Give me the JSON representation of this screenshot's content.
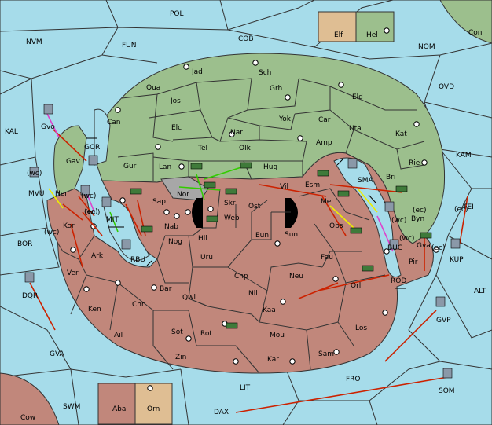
{
  "colors": {
    "sea": "#a6dcea",
    "green_land": "#9cbf8d",
    "red_land": "#c1877b",
    "tan_land": "#dfbe93",
    "grey_land": "#a7a7a7",
    "order_red": "#cc2200",
    "order_green": "#33cc00",
    "order_yellow": "#eeee00",
    "order_magenta": "#dd44cc"
  },
  "labels": [
    {
      "id": "POL",
      "text": "POL"
    },
    {
      "id": "COB",
      "text": "COB"
    },
    {
      "id": "NVM",
      "text": "NVM"
    },
    {
      "id": "FUN",
      "text": "FUN"
    },
    {
      "id": "NOM",
      "text": "NOM"
    },
    {
      "id": "Con",
      "text": "Con"
    },
    {
      "id": "Elf",
      "text": "Elf"
    },
    {
      "id": "Hel",
      "text": "Hel"
    },
    {
      "id": "OVD",
      "text": "OVD"
    },
    {
      "id": "KAL",
      "text": "KAL"
    },
    {
      "id": "KAM",
      "text": "KAM"
    },
    {
      "id": "BOR",
      "text": "BOR"
    },
    {
      "id": "ALT",
      "text": "ALT"
    },
    {
      "id": "TEI",
      "text": "TEI"
    },
    {
      "id": "KUP",
      "text": "KUP"
    },
    {
      "id": "GVA",
      "text": "GVA"
    },
    {
      "id": "GVP",
      "text": "GVP"
    },
    {
      "id": "SWM",
      "text": "SWM"
    },
    {
      "id": "LIT",
      "text": "LIT"
    },
    {
      "id": "FRO",
      "text": "FRO"
    },
    {
      "id": "SOM",
      "text": "SOM"
    },
    {
      "id": "DAX",
      "text": "DAX"
    },
    {
      "id": "Cow",
      "text": "Cow"
    },
    {
      "id": "Aba",
      "text": "Aba"
    },
    {
      "id": "Orn",
      "text": "Orn"
    },
    {
      "id": "GOR",
      "text": "GOR"
    },
    {
      "id": "MIT",
      "text": "MIT"
    },
    {
      "id": "RBU",
      "text": "RBU"
    },
    {
      "id": "SMA",
      "text": "SMA"
    },
    {
      "id": "BUC",
      "text": "BUC"
    },
    {
      "id": "ROD",
      "text": "ROD"
    },
    {
      "id": "MVU",
      "text": "MVU"
    },
    {
      "id": "DQR",
      "text": "DQR"
    },
    {
      "id": "Gvo",
      "text": "Gvo"
    },
    {
      "id": "Gav",
      "text": "Gav"
    },
    {
      "id": "Her",
      "text": "Her"
    },
    {
      "id": "Kor",
      "text": "Kor"
    },
    {
      "id": "Ark",
      "text": "Ark"
    },
    {
      "id": "Ver",
      "text": "Ver"
    },
    {
      "id": "Ken",
      "text": "Ken"
    },
    {
      "id": "Ail",
      "text": "Ail"
    },
    {
      "id": "Chr",
      "text": "Chr"
    },
    {
      "id": "Zin",
      "text": "Zin"
    },
    {
      "id": "Sot",
      "text": "Sot"
    },
    {
      "id": "Rot",
      "text": "Rot"
    },
    {
      "id": "Qwi",
      "text": "Qwi"
    },
    {
      "id": "Bar",
      "text": "Bar"
    },
    {
      "id": "Uru",
      "text": "Uru"
    },
    {
      "id": "Hil",
      "text": "Hil"
    },
    {
      "id": "Nog",
      "text": "Nog"
    },
    {
      "id": "Nab",
      "text": "Nab"
    },
    {
      "id": "Sap",
      "text": "Sap"
    },
    {
      "id": "Nor",
      "text": "Nor"
    },
    {
      "id": "Skr",
      "text": "Skr"
    },
    {
      "id": "Web",
      "text": "Web"
    },
    {
      "id": "Ost",
      "text": "Ost"
    },
    {
      "id": "Eun",
      "text": "Eun"
    },
    {
      "id": "Sun",
      "text": "Sun"
    },
    {
      "id": "Vil",
      "text": "Vil"
    },
    {
      "id": "Mel",
      "text": "Mel"
    },
    {
      "id": "Esm",
      "text": "Esm"
    },
    {
      "id": "Obs",
      "text": "Obs"
    },
    {
      "id": "Feu",
      "text": "Feu"
    },
    {
      "id": "Chp",
      "text": "Chp"
    },
    {
      "id": "Neu",
      "text": "Neu"
    },
    {
      "id": "Nil",
      "text": "Nil"
    },
    {
      "id": "Kaa",
      "text": "Kaa"
    },
    {
      "id": "Orl",
      "text": "Orl"
    },
    {
      "id": "Mou",
      "text": "Mou"
    },
    {
      "id": "Los",
      "text": "Los"
    },
    {
      "id": "Kar",
      "text": "Kar"
    },
    {
      "id": "Sam",
      "text": "Sam"
    },
    {
      "id": "Pir",
      "text": "Pir"
    },
    {
      "id": "Gva2",
      "text": "Gva"
    },
    {
      "id": "Byn",
      "text": "Byn"
    },
    {
      "id": "Bri",
      "text": "Bri"
    },
    {
      "id": "Rie",
      "text": "Rie"
    },
    {
      "id": "Kat",
      "text": "Kat"
    },
    {
      "id": "Uta",
      "text": "Uta"
    },
    {
      "id": "Eld",
      "text": "Eld"
    },
    {
      "id": "Car",
      "text": "Car"
    },
    {
      "id": "Amp",
      "text": "Amp"
    },
    {
      "id": "Yok",
      "text": "Yok"
    },
    {
      "id": "Grh",
      "text": "Grh"
    },
    {
      "id": "Sch",
      "text": "Sch"
    },
    {
      "id": "Jad",
      "text": "Jad"
    },
    {
      "id": "Qua",
      "text": "Qua"
    },
    {
      "id": "Jos",
      "text": "Jos"
    },
    {
      "id": "Elc",
      "text": "Elc"
    },
    {
      "id": "Nar",
      "text": "Nar"
    },
    {
      "id": "Tel",
      "text": "Tel"
    },
    {
      "id": "Olk",
      "text": "Olk"
    },
    {
      "id": "Can",
      "text": "Can"
    },
    {
      "id": "Gur",
      "text": "Gur"
    },
    {
      "id": "Lan",
      "text": "Lan"
    },
    {
      "id": "Hug",
      "text": "Hug"
    },
    {
      "id": "wc1",
      "text": "(wc)"
    },
    {
      "id": "wc2",
      "text": "(wc)"
    },
    {
      "id": "wc3",
      "text": "(wc)"
    },
    {
      "id": "wc4",
      "text": "(wc)"
    },
    {
      "id": "wc5",
      "text": "(wc)"
    },
    {
      "id": "wc6",
      "text": "(wc)"
    },
    {
      "id": "ec1",
      "text": "(ec)"
    },
    {
      "id": "ec2",
      "text": "(ec)"
    },
    {
      "id": "ec3",
      "text": "(ec)"
    },
    {
      "id": "ec4",
      "text": "(ec)"
    }
  ]
}
